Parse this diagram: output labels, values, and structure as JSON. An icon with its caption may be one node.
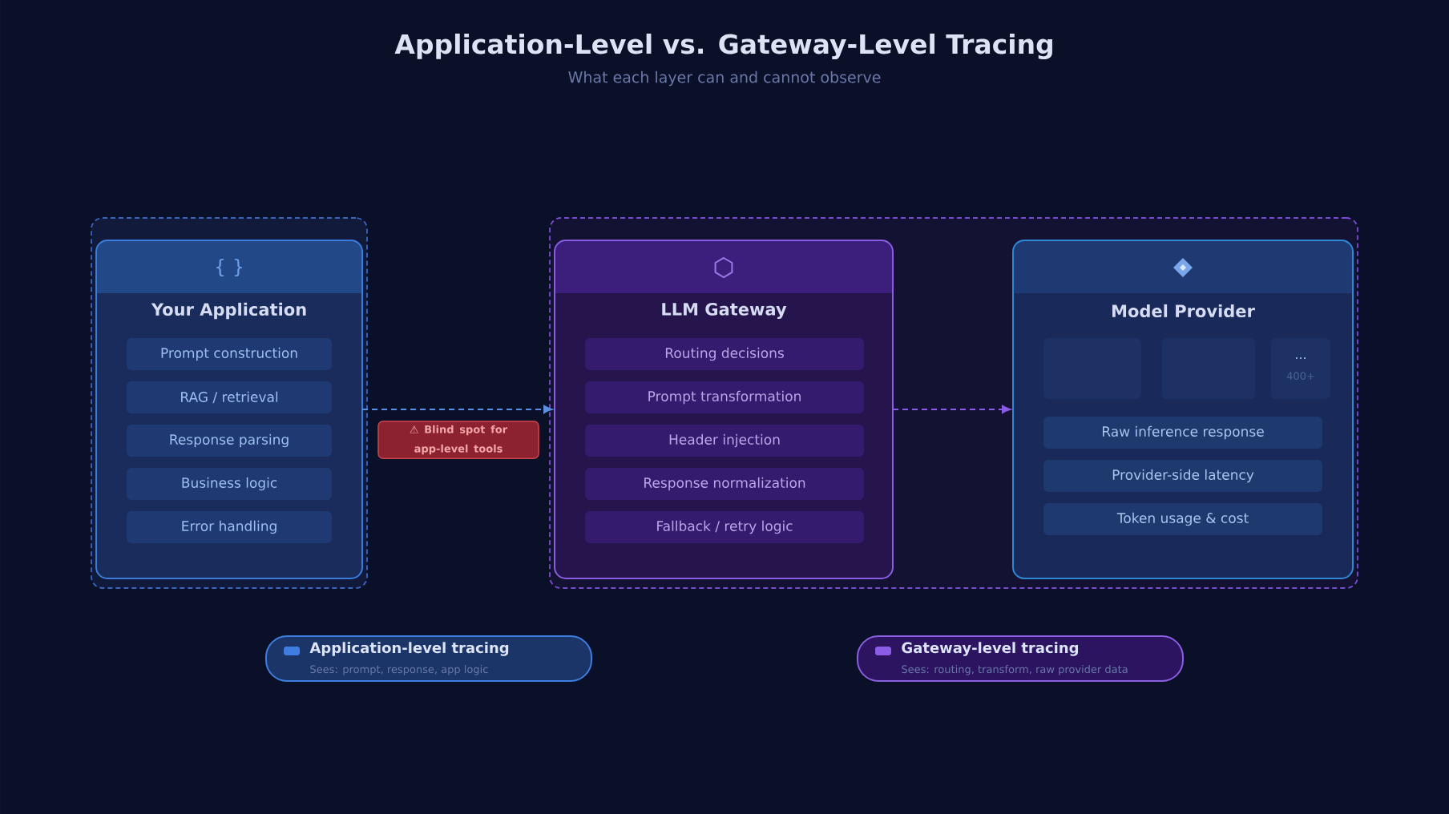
{
  "diagram": {
    "title": "Application-Level vs. Gateway-Level Tracing",
    "nodes": [
      {
        "text": [],
        "shape": "box"
      },
      {
        "text": [
          "{ }",
          "Your Application"
        ],
        "in": 0
      },
      {
        "text": [
          "Prompt construction"
        ],
        "in": 1
      },
      {
        "text": [
          "RAG / retrieval"
        ],
        "in": 1
      },
      {
        "text": [
          "Response parsing"
        ],
        "in": 1
      },
      {
        "text": [
          "Business logic"
        ],
        "in": 1
      },
      {
        "text": [
          "Error handling"
        ],
        "in": 1
      },
      {
        "text": [],
        "shape": "box"
      },
      {
        "text": [
          "LLM Gateway"
        ],
        "in": 7
      },
      {
        "text": [
          "Routing decisions"
        ],
        "in": 8
      },
      {
        "text": [
          "Prompt transformation"
        ],
        "in": 8
      },
      {
        "text": [
          "Header injection"
        ],
        "in": 8
      },
      {
        "text": [
          "Response normalization"
        ],
        "in": 8
      },
      {
        "text": [
          "Fallback / retry logic"
        ],
        "in": 8
      },
      {
        "text": [
          "Model Provider"
        ],
        "in": 7
      },
      {
        "text": [],
        "shape": "box",
        "in": 14
      },
      {
        "text": [],
        "shape": "box",
        "in": 14
      },
      {
        "text": [
          "...",
          "400+"
        ],
        "in": 14
      },
      {
        "text": [
          "Raw inference response"
        ],
        "in": 14
      },
      {
        "text": [
          "Provider-side latency"
        ],
        "in": 14
      },
      {
        "text": [
          "Token usage & cost"
        ],
        "in": 14
      },
      {
        "text": [
          "⚠ Blind spot for app-level tools"
        ]
      },
      {
        "text": [
          "Application-level tracing",
          "Sees: prompt, response, app logic"
        ]
      },
      {
        "text": [
          "Gateway-level tracing",
          "Sees: routing, transform, raw provider data"
        ]
      }
    ],
    "edges": [
      {
        "from": 1,
        "to": 8,
        "arrow": "to",
        "style": "dashed",
        "color": "#5b8fe0"
      },
      {
        "from": 8,
        "to": 14,
        "arrow": "to",
        "style": "dashed",
        "color": "#8a5ce6"
      }
    ],
    "labels": [
      "What each layer can and cannot observe"
    ]
  }
}
